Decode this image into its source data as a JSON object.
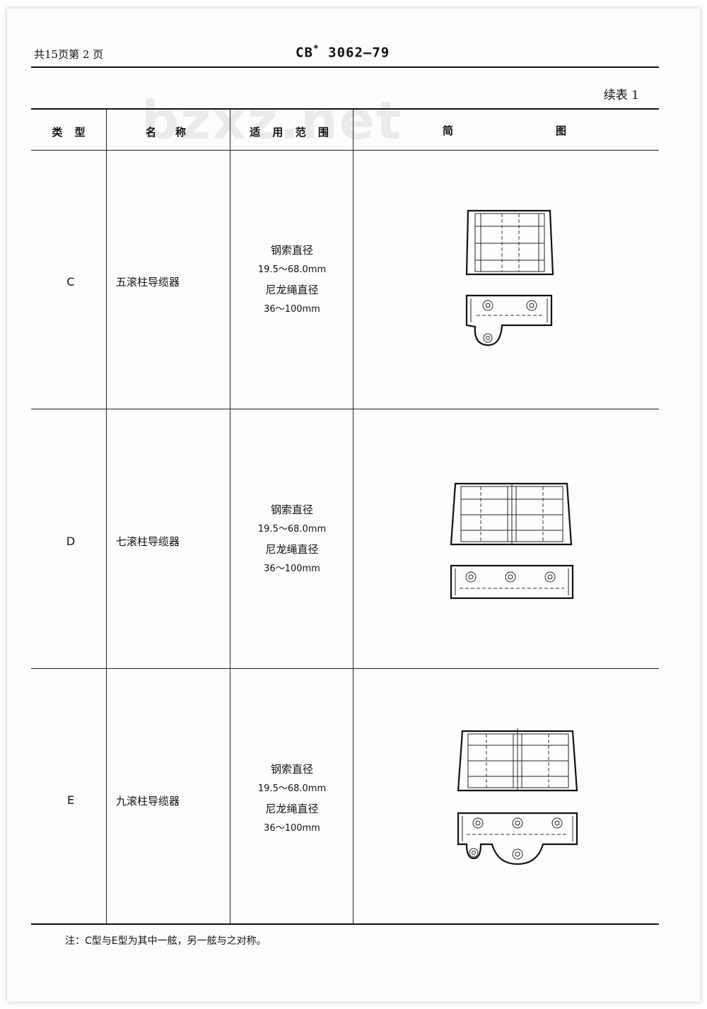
{
  "header": {
    "page_info": "共15页第 2 页",
    "standard_prefix": "CB",
    "standard_star": "*",
    "standard_number": "3062—79"
  },
  "table_title": "续表 1",
  "watermark": "bzxz.net",
  "columns": {
    "type": "类 型",
    "name": "名　称",
    "range": "适 用 范 围",
    "diagram_left": "简",
    "diagram_right": "图"
  },
  "rows": [
    {
      "type": "C",
      "name": "五滚柱导缆器",
      "range_line1": "钢索直径",
      "range_line2": "19.5～68.0mm",
      "range_line3": "尼龙绳直径",
      "range_line4": "36～100mm",
      "rollers": 5
    },
    {
      "type": "D",
      "name": "七滚柱导缆器",
      "range_line1": "钢索直径",
      "range_line2": "19.5～68.0mm",
      "range_line3": "尼龙绳直径",
      "range_line4": "36～100mm",
      "rollers": 7
    },
    {
      "type": "E",
      "name": "九滚柱导缆器",
      "range_line1": "钢索直径",
      "range_line2": "19.5～68.0mm",
      "range_line3": "尼龙绳直径",
      "range_line4": "36～100mm",
      "rollers": 9
    }
  ],
  "note": "注：C型与E型为其中一舷，另一舷与之对称。"
}
